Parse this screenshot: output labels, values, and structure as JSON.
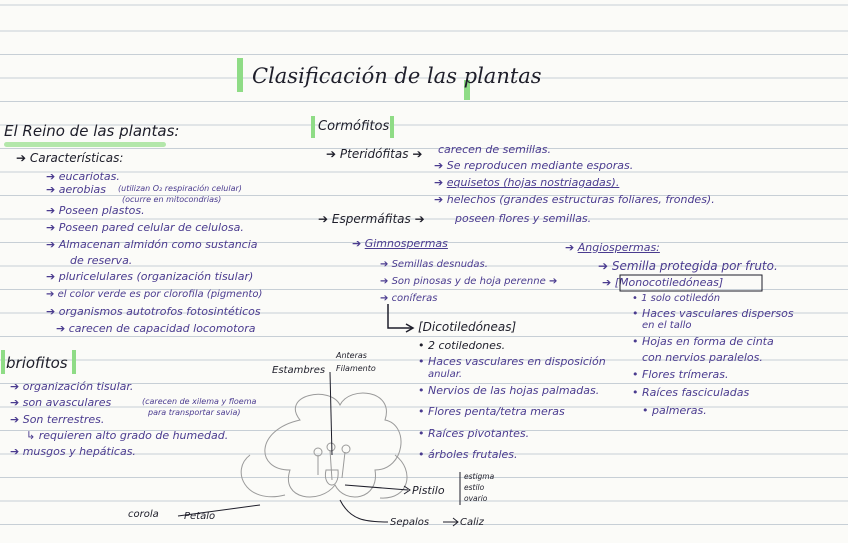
{
  "title": "Clasificación de las plantas",
  "reino": {
    "heading": "El Reino de las plantas:",
    "caracteristicas_label": "Características:",
    "items": [
      "eucariotas.",
      "aerobias",
      "(utilizan O₂ respiración celular)",
      "(ocurre en mitocondrias)",
      "Poseen plastos.",
      "Poseen pared celular de celulosa.",
      "Almacenan almidón como sustancia",
      "de reserva.",
      "pluricelulares (organización tisular)",
      "el color verde es por clorofila (pigmento)",
      "organismos autotrofos fotosintéticos",
      "carecen de capacidad locomotora"
    ]
  },
  "briofitos": {
    "heading": "briofitos",
    "items": [
      "organización tisular.",
      "son avasculares",
      "(carecen de xilema y floema",
      "para transportar savia)",
      "Son terrestres.",
      "requieren alto grado de humedad.",
      "musgos y hepáticas."
    ]
  },
  "cormofitos": {
    "heading": "Cormófitos",
    "pteridofitas": {
      "label": "Pteridófitas",
      "items": [
        "carecen de semillas.",
        "Se reproducen mediante esporas.",
        "equisetos (hojas nostriagadas).",
        "helechos (grandes estructuras foliares, frondes)."
      ]
    },
    "espermafitas": {
      "label": "Espermáfitas",
      "desc": "poseen flores y semillas.",
      "gimnospermas": {
        "label": "Gimnospermas",
        "items": [
          "Semillas desnudas.",
          "Son pinosas y de hoja perenne",
          "coníferas"
        ]
      },
      "angiospermas": {
        "label": "Angiospermas:",
        "items": [
          "Semilla protegida por fruto.",
          "[Monocotiledóneas]"
        ]
      },
      "dicotiledoneas": {
        "label": "[Dicotiledóneas]",
        "items": [
          "2 cotiledones.",
          "Haces vasculares en disposición",
          "anular.",
          "Nervios de las hojas palmadas.",
          "Flores penta/tetra meras",
          "Raíces pivotantes.",
          "árboles frutales."
        ]
      },
      "monocotiledoneas": {
        "items": [
          "1 solo cotiledón",
          "Haces vasculares dispersos",
          "en el tallo",
          "Hojas en forma de cinta",
          "con nervios paralelos.",
          "Flores trímeras.",
          "Raíces fasciculadas",
          "palmeras."
        ]
      }
    }
  },
  "flower_diagram": {
    "estambres": "Estambres",
    "anteras": "Anteras",
    "filamento": "Filamento",
    "pistilo": "Pistilo",
    "estigma": "estigma",
    "estilo": "estilo",
    "ovario": "ovario",
    "corola": "corola",
    "petalo": "Petalo",
    "sepalos": "Sepalos",
    "caliz": "Caliz"
  },
  "colors": {
    "ink_black": "#1e1e2a",
    "ink_blue": "#4a3b8f",
    "highlight_green": "#8fdc86",
    "rule_line": "#c7cfd6"
  }
}
